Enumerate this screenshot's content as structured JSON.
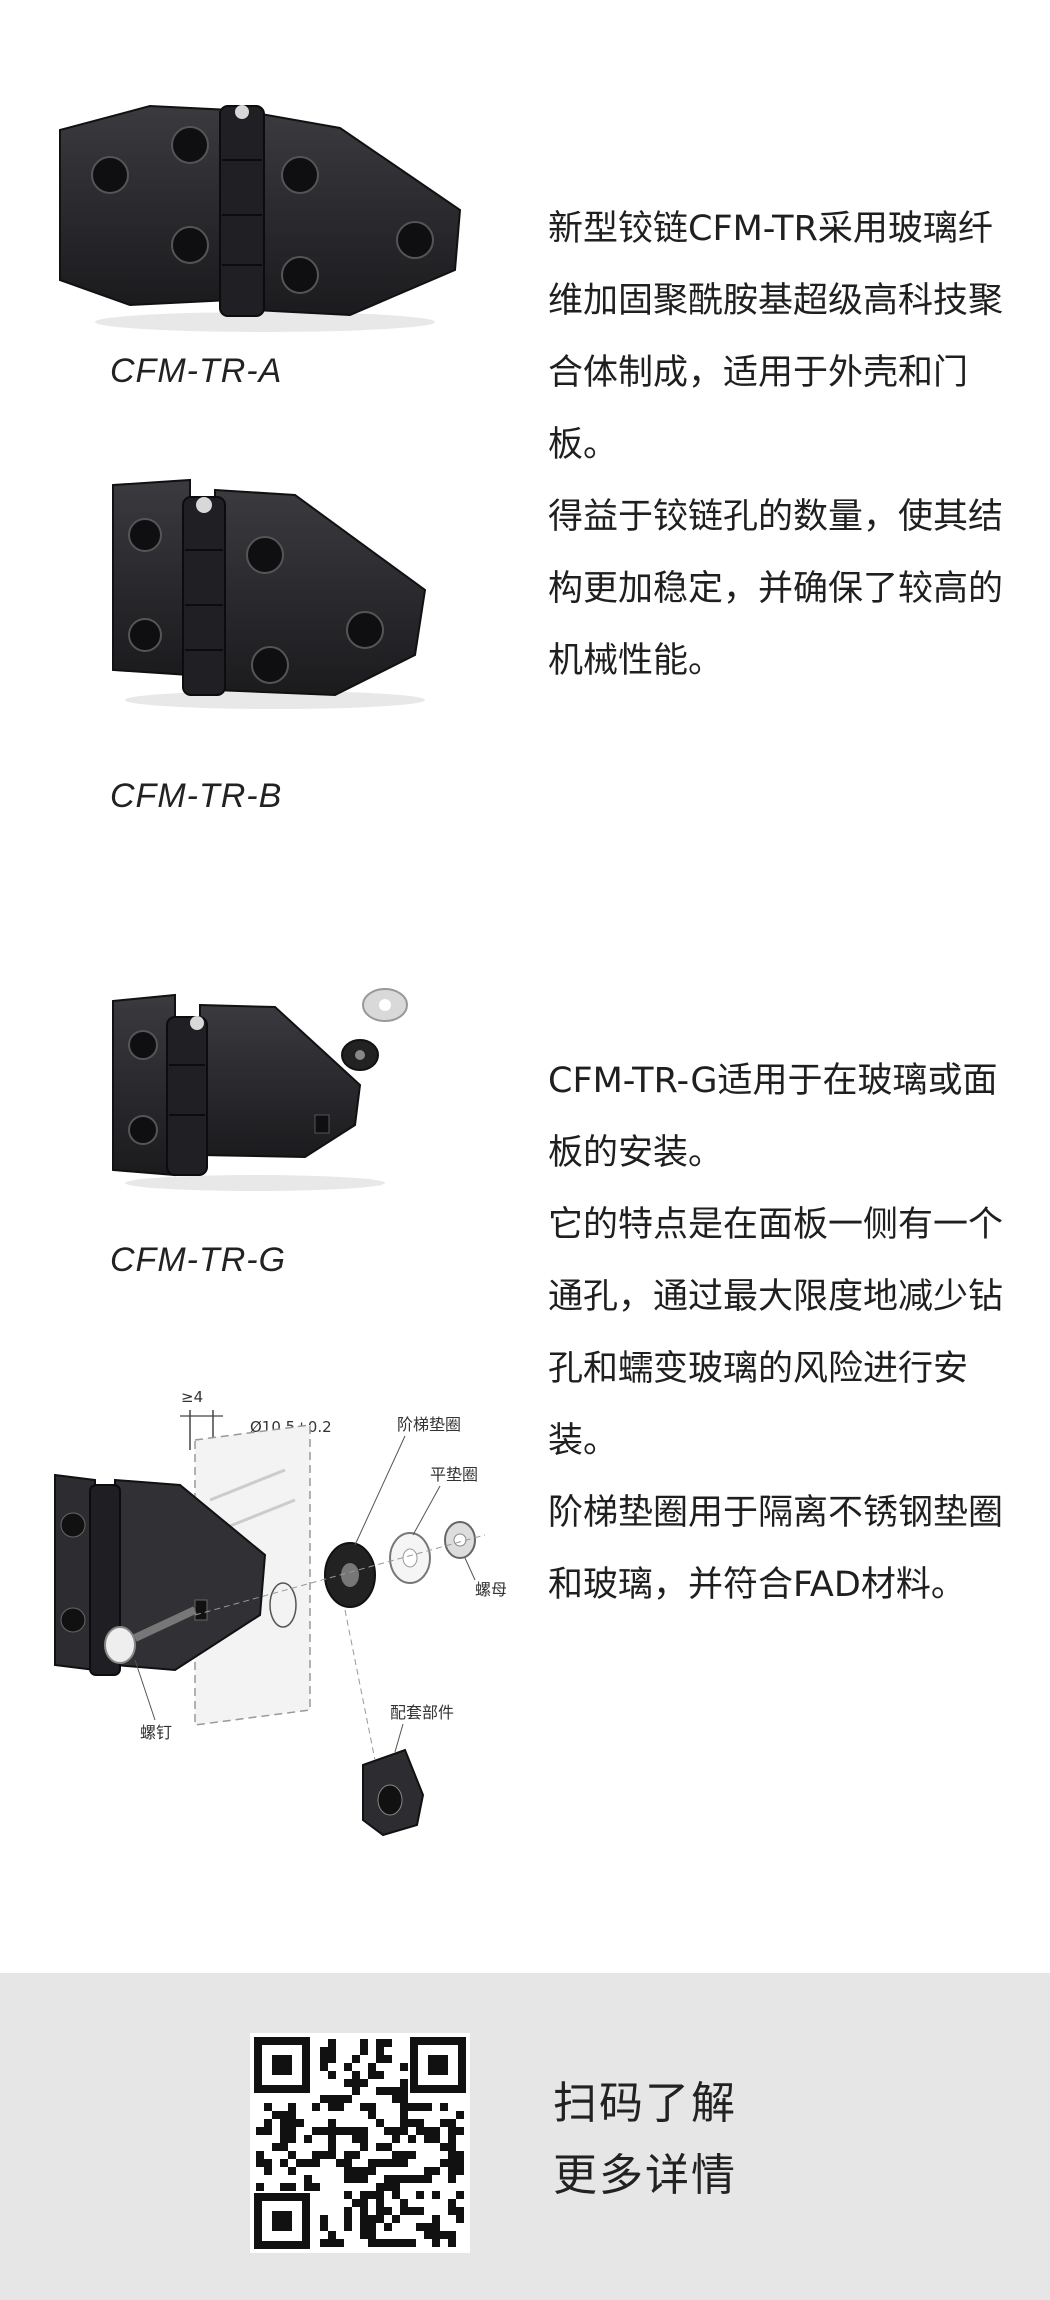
{
  "products": [
    {
      "caption": "CFM-TR-A"
    },
    {
      "caption": "CFM-TR-B"
    },
    {
      "caption": "CFM-TR-G"
    }
  ],
  "text_block_1": {
    "p1": "新型铰链CFM-TR采用玻璃纤维加固聚酰胺基超级高科技聚合体制成，适用于外壳和门板。",
    "p2": "得益于铰链孔的数量，使其结构更加稳定，并确保了较高的机械性能。"
  },
  "text_block_2": {
    "p1": "CFM-TR-G适用于在玻璃或面板的安装。",
    "p2": "它的特点是在面板一侧有一个通孔，通过最大限度地减少钻孔和蠕变玻璃的风险进行安装。",
    "p3": "阶梯垫圈用于隔离不锈钢垫圈和玻璃，并符合FAD材料。"
  },
  "diagram": {
    "dim_thickness": "≥4",
    "dim_hole": "Ø10.5+0.2",
    "label_step_washer": "阶梯垫圈",
    "label_flat_washer": "平垫圈",
    "label_nut": "螺母",
    "label_screw": "螺钉",
    "label_accessory": "配套部件"
  },
  "footer": {
    "line1": "扫码了解",
    "line2": "更多详情"
  },
  "colors": {
    "hinge_body": "#2a2a2e",
    "hinge_edge": "#121214",
    "footer_bg": "#e6e6e6"
  }
}
